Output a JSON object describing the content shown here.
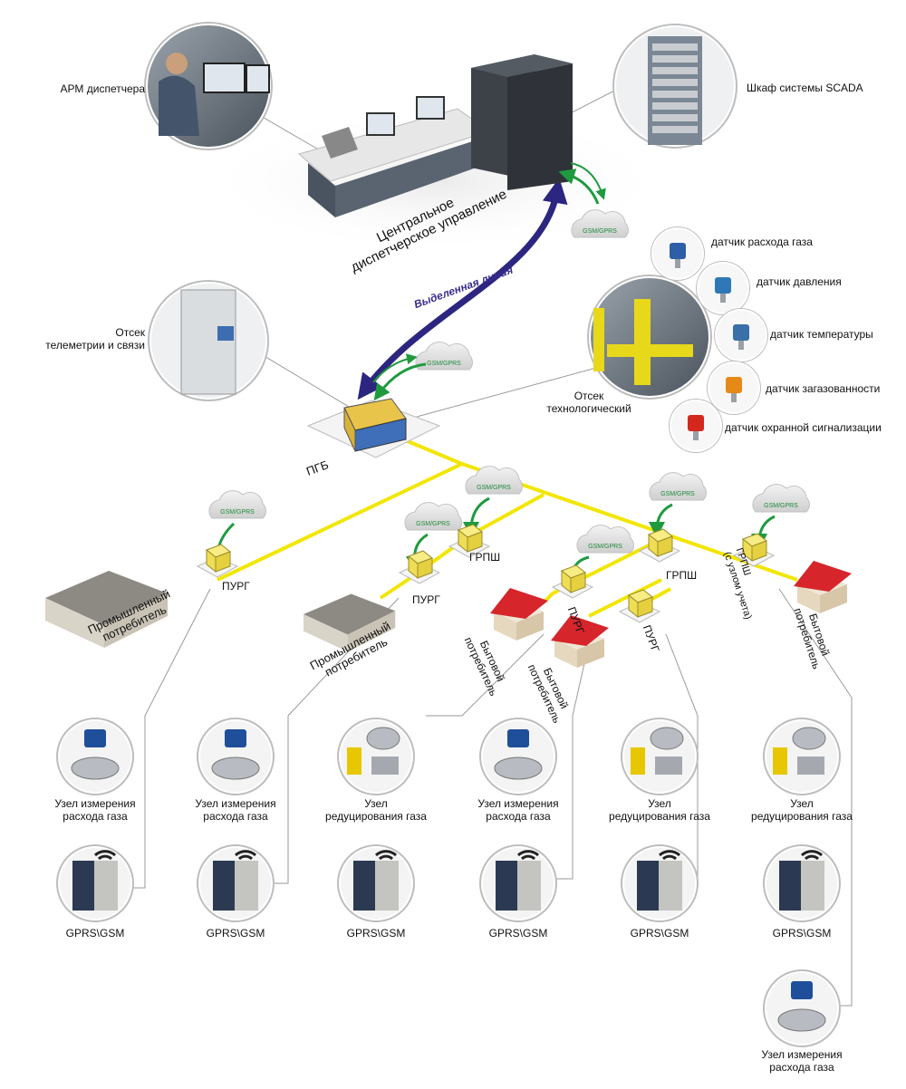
{
  "control": {
    "arm": "АРМ диспетчера",
    "scada": "Шкаф системы SCADA",
    "central_line1": "Центральное",
    "central_line2": "диспетчерское управление",
    "dedicated_line": "Выделенная линия"
  },
  "gsm_label": "GSM/GPRS",
  "station": {
    "ptb": "ПГБ",
    "telemetry_line1": "Отсек",
    "telemetry_line2": "телеметрии и связи",
    "tech_line1": "Отсек",
    "tech_line2": "технологический"
  },
  "sensors": [
    {
      "label": "датчик расхода газа"
    },
    {
      "label": "датчик давления"
    },
    {
      "label": "датчик температуры"
    },
    {
      "label": "датчик загазованности"
    },
    {
      "label": "датчик охранной сигнализации"
    }
  ],
  "network": {
    "purg": "ПУРГ",
    "grpsh": "ГРПШ",
    "grpsh_meter_line1": "ГРПШ",
    "grpsh_meter_line2": "(с узлом учета)",
    "industrial_line1": "Промышленный",
    "industrial_line2": "потребитель",
    "household_line1": "Бытовой",
    "household_line2": "потребитель"
  },
  "bottom": {
    "columns": [
      {
        "line1": "Узел измерения",
        "line2": "расхода газа",
        "type": "flow"
      },
      {
        "line1": "Узел измерения",
        "line2": "расхода газа",
        "type": "flow"
      },
      {
        "line1": "Узел",
        "line2": "редуцирования газа",
        "type": "reduce"
      },
      {
        "line1": "Узел измерения",
        "line2": "расхода газа",
        "type": "flow"
      },
      {
        "line1": "Узел",
        "line2": "редуцирования газа",
        "type": "reduce"
      },
      {
        "line1": "Узел",
        "line2": "редуцирования газа",
        "type": "reduce"
      }
    ],
    "gprs": "GPRS\\GSM",
    "extra_line1": "Узел измерения",
    "extra_line2": "расхода газа"
  },
  "colors": {
    "pipe": "#f2e600",
    "arrow_green": "#1f9a3f",
    "dedicated_arrow": "#2c2680",
    "roof_red": "#d6252b",
    "cabinet": "#3a3f46"
  }
}
